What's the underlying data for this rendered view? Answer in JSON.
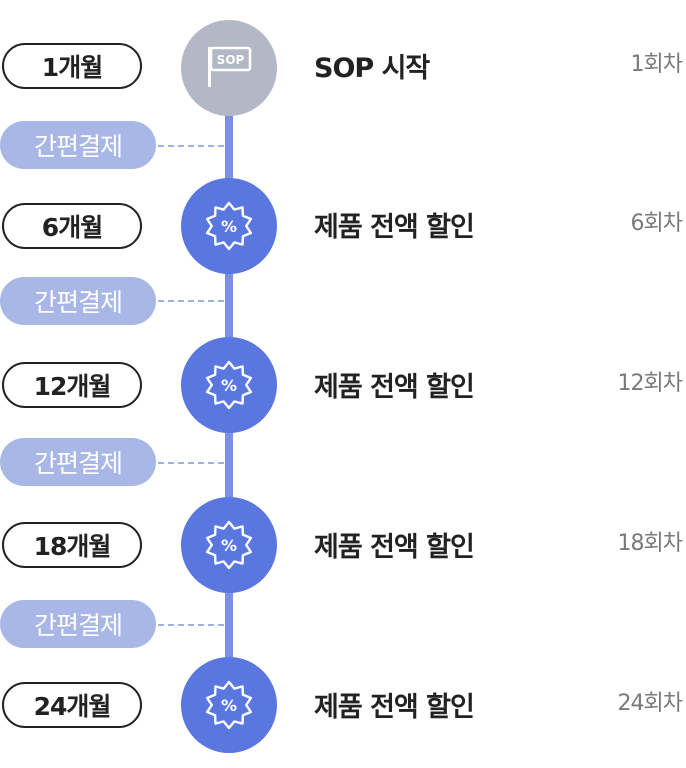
{
  "milestones": [
    {
      "month": "1개월",
      "event": "SOP 시작",
      "count": "1회차",
      "icon": "sop-flag-icon",
      "flag_text": "SOP"
    },
    {
      "month": "6개월",
      "event": "제품 전액 할인",
      "count": "6회차",
      "icon": "discount-badge-icon",
      "badge_text": "%"
    },
    {
      "month": "12개월",
      "event": "제품 전액 할인",
      "count": "12회차",
      "icon": "discount-badge-icon",
      "badge_text": "%"
    },
    {
      "month": "18개월",
      "event": "제품 전액 할인",
      "count": "18회차",
      "icon": "discount-badge-icon",
      "badge_text": "%"
    },
    {
      "month": "24개월",
      "event": "제품 전액 할인",
      "count": "24회차",
      "icon": "discount-badge-icon",
      "badge_text": "%"
    }
  ],
  "payments": [
    {
      "label": "간편결제"
    },
    {
      "label": "간편결제"
    },
    {
      "label": "간편결제"
    },
    {
      "label": "간편결제"
    }
  ],
  "colors": {
    "line": "#7b90e4",
    "discount_node": "#5a77e0",
    "sop_node": "#b3b8c6",
    "payment_pill": "#a9b7e6",
    "text_dark": "#222222",
    "text_muted": "#7a7a7a"
  }
}
